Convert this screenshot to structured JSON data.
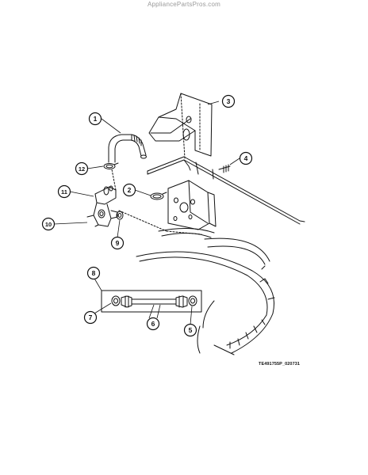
{
  "watermark": "AppliancePartsPros.com",
  "figure_code": "TE491755P_020731",
  "callouts": [
    {
      "num": "1",
      "name": "callout-1"
    },
    {
      "num": "2",
      "name": "callout-2"
    },
    {
      "num": "3",
      "name": "callout-3"
    },
    {
      "num": "4",
      "name": "callout-4"
    },
    {
      "num": "5",
      "name": "callout-5"
    },
    {
      "num": "6",
      "name": "callout-6"
    },
    {
      "num": "7",
      "name": "callout-7"
    },
    {
      "num": "8",
      "name": "callout-8"
    },
    {
      "num": "9",
      "name": "callout-9"
    },
    {
      "num": "10",
      "name": "callout-10"
    },
    {
      "num": "11",
      "name": "callout-11"
    },
    {
      "num": "12",
      "name": "callout-12"
    }
  ]
}
